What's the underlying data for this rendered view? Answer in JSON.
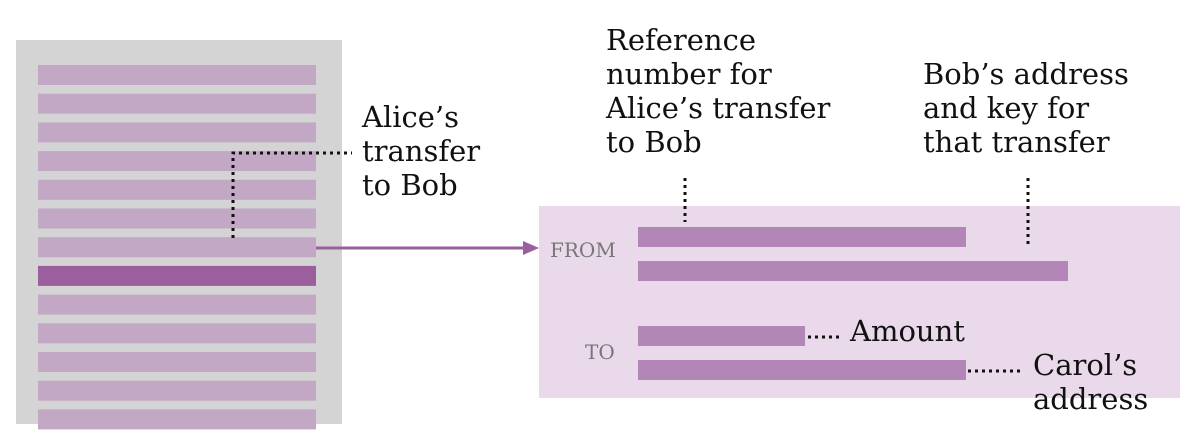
{
  "colors": {
    "ledger_bg": "#d4d4d4",
    "ledger_row": "#c2a8c4",
    "highlight_row": "#9a5f9c",
    "arrow": "#9a5f9c",
    "detail_bg": "#ead9ea",
    "detail_bar": "#b286b6",
    "label_text": "#111111",
    "section_text": "#777777"
  },
  "ledger": {
    "row_count": 13,
    "highlighted_row_index": 7
  },
  "annotations": {
    "alice_transfer": [
      "Alice’s",
      "transfer",
      "to Bob"
    ],
    "reference": [
      "Reference",
      "number for",
      "Alice’s transfer",
      "to Bob"
    ],
    "bob_address": [
      "Bob’s address",
      "and key for",
      "that transfer"
    ],
    "amount": "Amount",
    "carol_address": [
      "Carol’s",
      "address"
    ]
  },
  "detail": {
    "from_label": "FROM",
    "to_label": "TO"
  }
}
